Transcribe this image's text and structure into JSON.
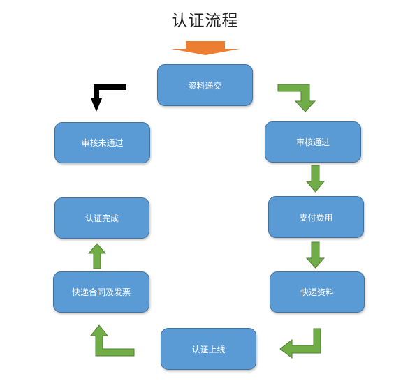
{
  "title": "认证流程",
  "nodes": {
    "submit": "资料递交",
    "approved": "审核通过",
    "rejected": "审核未通过",
    "pay": "支付费用",
    "complete": "认证完成",
    "courier_docs": "快递资料",
    "courier_contract": "快递合同及发票",
    "online": "认证上线"
  },
  "colors": {
    "box_fill": "#5b9bd5",
    "box_border": "#41719c",
    "arrow_green": "#70ad47",
    "arrow_orange": "#ed7d31",
    "arrow_black": "#000000"
  }
}
